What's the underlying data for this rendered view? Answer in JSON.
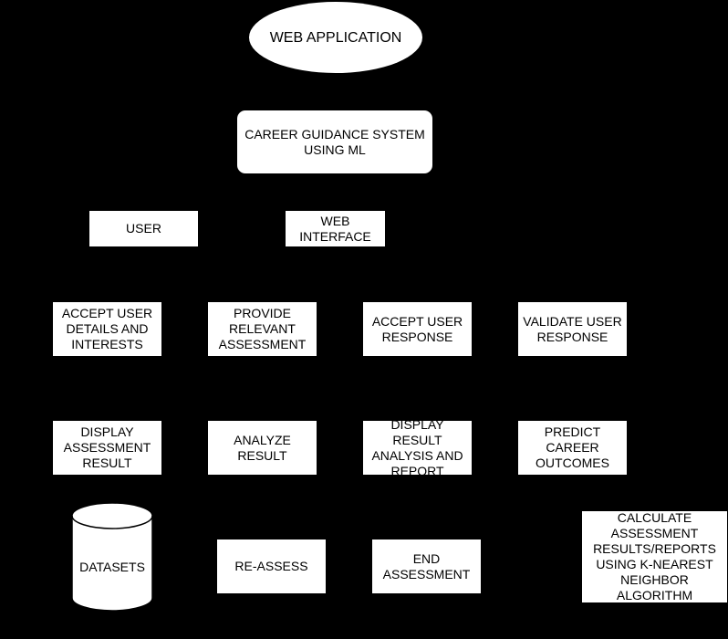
{
  "colors": {
    "background": "#000000",
    "node_fill": "#ffffff",
    "text": "#000000"
  },
  "nodes": {
    "web_application": "WEB APPLICATION",
    "career_guidance": "CAREER GUIDANCE SYSTEM\nUSING ML",
    "user": "USER",
    "web_interface": "WEB\nINTERFACE",
    "accept_user_details": "ACCEPT USER\nDETAILS AND\nINTERESTS",
    "provide_assessment": "PROVIDE\nRELEVANT\nASSESSMENT",
    "accept_user_response": "ACCEPT USER\nRESPONSE",
    "validate_user_response": "VALIDATE USER\nRESPONSE",
    "display_assessment_result": "DISPLAY\nASSESSMENT\nRESULT",
    "analyze_result": "ANALYZE\nRESULT",
    "display_result_analysis": "DISPLAY RESULT\nANALYSIS AND\nREPORT",
    "predict_career": "PREDICT\nCAREER\nOUTCOMES",
    "datasets": "DATASETS",
    "re_assess": "RE-ASSESS",
    "end_assessment": "END\nASSESSMENT",
    "calculate_results": "CALCULATE\nASSESSMENT\nRESULTS/REPORTS\nUSING K-NEAREST\nNEIGHBOR\nALGORITHM"
  }
}
